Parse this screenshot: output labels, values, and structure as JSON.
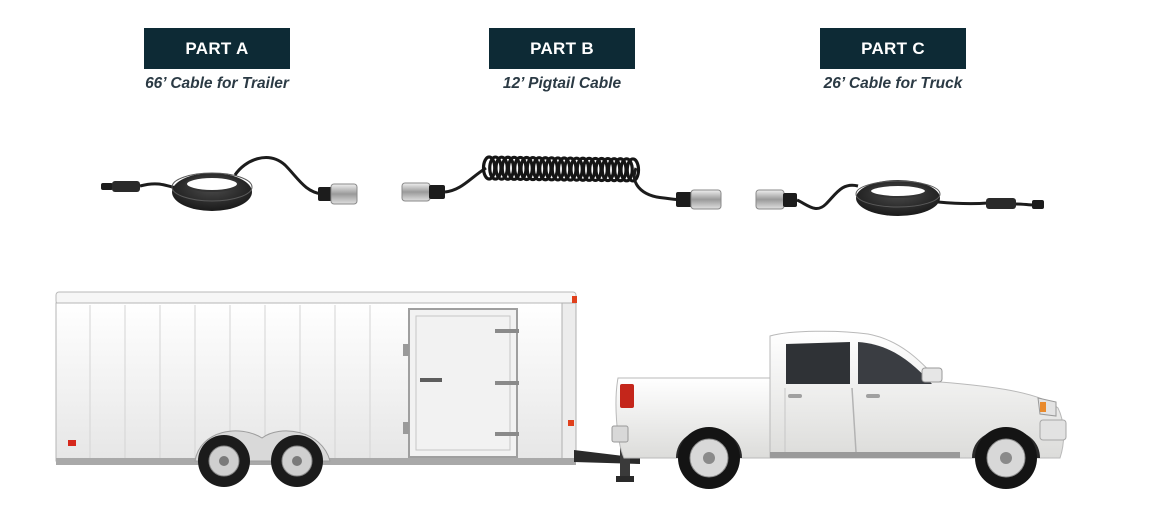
{
  "colors": {
    "badge_bg": "#0d2a35",
    "caption_text": "#2b3a44",
    "trailer_body": "#f3f3f3",
    "truck_body": "#f4f4f2",
    "cable": "#1c1c1c",
    "connector_metal": "#c9c9c9"
  },
  "parts": [
    {
      "badge": "PART A",
      "caption": "66’ Cable for Trailer",
      "icon": "coiled-cable-with-connectors"
    },
    {
      "badge": "PART B",
      "caption": "12’ Pigtail Cable",
      "icon": "spiral-pigtail-cable"
    },
    {
      "badge": "PART C",
      "caption": "26’ Cable for Truck",
      "icon": "coiled-cable-with-connectors"
    }
  ],
  "illustration": {
    "trailer_icon": "enclosed-cargo-trailer",
    "truck_icon": "white-pickup-truck"
  }
}
